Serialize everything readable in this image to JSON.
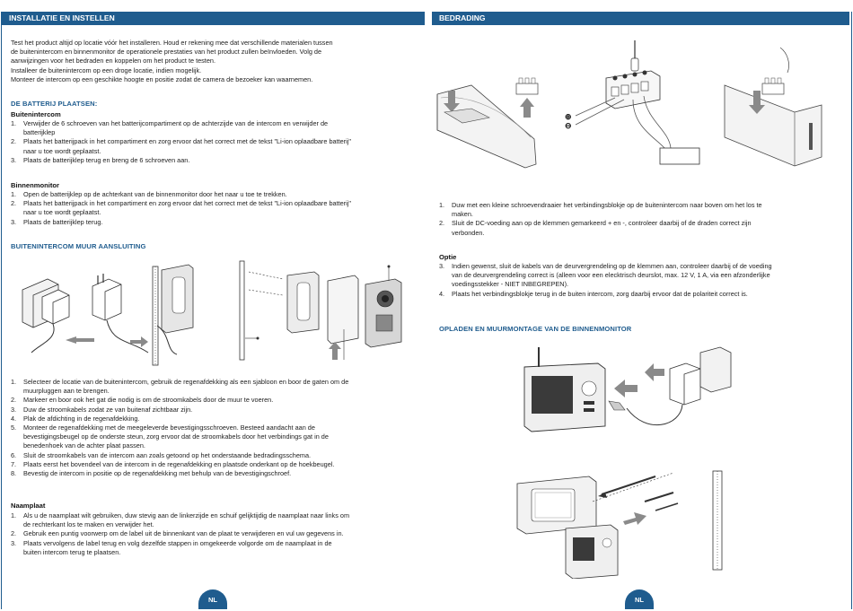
{
  "left": {
    "header": "INSTALLATIE EN INSTELLEN",
    "intro": [
      "Test het product altijd op locatie vóór het installeren. Houd er rekening mee dat verschillende materialen tussen",
      "de buitenintercom en binnenmonitor de operationele prestaties van het product zullen beïnvloeden. Volg de",
      "aanwijzingen voor het bedraden en koppelen om het product te testen.",
      "Installeer de buitenintercom op een droge locatie, indien mogelijk.",
      "Monteer de intercom op een geschikte hoogte en positie zodat de camera de bezoeker kan waarnemen."
    ],
    "battery_title": "DE BATTERIJ PLAATSEN:",
    "outdoor_sub": "Buitenintercom",
    "outdoor_steps": [
      {
        "n": "1.",
        "lines": [
          "Verwijder de 6 schroeven van het batterijcompartiment op de achterzijde van de intercom en verwijder de",
          "batterijklep"
        ]
      },
      {
        "n": "2.",
        "lines": [
          "Plaats het batterijpack in het compartiment en zorg ervoor dat het correct met de tekst \"Li-ion oplaadbare batterij\"",
          "naar u toe wordt geplaatst."
        ]
      },
      {
        "n": "3.",
        "lines": [
          "Plaats de batterijklep terug en breng de 6 schroeven aan."
        ]
      }
    ],
    "indoor_sub": "Binnenmonitor",
    "indoor_steps": [
      {
        "n": "1.",
        "lines": [
          "Open de batterijklep op de achterkant van de binnenmonitor door het naar u toe te trekken."
        ]
      },
      {
        "n": "2.",
        "lines": [
          "Plaats het batterijpack in het compartiment en zorg ervoor dat het correct met de tekst \"Li-ion oplaadbare batterij\"",
          "naar u toe wordt geplaatst."
        ]
      },
      {
        "n": "3.",
        "lines": [
          "Plaats de batterijklep terug."
        ]
      }
    ],
    "wall_title": "BUITENINTERCOM MUUR AANSLUITING",
    "wall_steps": [
      {
        "n": "1.",
        "lines": [
          "Selecteer de locatie van de buitenintercom, gebruik de regenafdekking als een sjabloon en boor de gaten om de",
          "muurpluggen aan te brengen."
        ]
      },
      {
        "n": "2.",
        "lines": [
          "Markeer en boor ook het gat die nodig is om de stroomkabels door de muur te voeren."
        ]
      },
      {
        "n": "3.",
        "lines": [
          "Duw de stroomkabels zodat ze van buitenaf zichtbaar zijn."
        ]
      },
      {
        "n": "4.",
        "lines": [
          "Plak de afdichting in de regenafdekking."
        ]
      },
      {
        "n": "5.",
        "lines": [
          "Monteer de regenafdekking met de meegeleverde bevestigingsschroeven. Besteed aandacht aan de",
          "bevestigingsbeugel op de onderste steun, zorg ervoor dat de stroomkabels door het verbindings gat in de",
          "benedenhoek van de achter plaat passen."
        ]
      },
      {
        "n": "6.",
        "lines": [
          "Sluit de stroomkabels van de intercom aan zoals getoond op het onderstaande bedradingsschema."
        ]
      },
      {
        "n": "7.",
        "lines": [
          "Plaats eerst het bovendeel van de intercom in de regenafdekking en plaatsde onderkant op de hoekbeugel."
        ]
      },
      {
        "n": "8.",
        "lines": [
          "Bevestig de intercom in positie op de regenafdekking met behulp van de bevestigingschroef."
        ]
      }
    ],
    "nameplate_sub": "Naamplaat",
    "nameplate_steps": [
      {
        "n": "1.",
        "lines": [
          "Als u de naamplaat wilt gebruiken, duw stevig aan de linkerzijde en schuif gelijktijdig de naamplaat naar links om",
          "de rechterkant los te maken en verwijder het."
        ]
      },
      {
        "n": "2.",
        "lines": [
          "Gebruik een puntig voorwerp om de label uit de binnenkant van de plaat te verwijderen en vul uw gegevens in."
        ]
      },
      {
        "n": "3.",
        "lines": [
          "Plaats vervolgens de label terug en volg dezelfde stappen in omgekeerde volgorde om de naamplaat in de",
          "buiten intercom terug te plaatsen."
        ]
      }
    ],
    "footer": "NL"
  },
  "right": {
    "header": "BEDRADING",
    "wiring_steps": [
      {
        "n": "1.",
        "lines": [
          "Duw met een kleine schroevendraaier het verbindingsblokje op de buitenintercom naar boven om het los te",
          "maken."
        ]
      },
      {
        "n": "2.",
        "lines": [
          "Sluit de DC-voeding aan op de klemmen gemarkeerd + en -, controleer daarbij of de draden correct zijn",
          "verbonden."
        ]
      }
    ],
    "option_sub": "Optie",
    "option_steps": [
      {
        "n": "3.",
        "lines": [
          "Indien gewenst, sluit de kabels van de deurvergrendeling op de klemmen aan, controleer daarbij of de voeding",
          "van de deurvergrendeling correct is (alleen voor een elecktrisch deurslot, max. 12 V, 1 A, via een afzonderlijke",
          "voedingsstekker - NIET INBEGREPEN)."
        ]
      },
      {
        "n": "4.",
        "lines": [
          "Plaats het verbindingsblokje terug in de buiten intercom, zorg daarbij ervoor dat de polariteit correct is."
        ]
      }
    ],
    "charge_title": "OPLADEN EN MUURMONTAGE VAN DE BINNENMONITOR",
    "footer": "NL"
  },
  "colors": {
    "accent": "#1f5c8e",
    "arrow": "#8a8a8a"
  },
  "icons": [
    "power-adapter-icon",
    "wall-outlet-icon",
    "arrow-icon",
    "screwdriver-icon",
    "terminal-block-icon",
    "intercom-unit-icon",
    "monitor-icon",
    "screw-icon"
  ]
}
